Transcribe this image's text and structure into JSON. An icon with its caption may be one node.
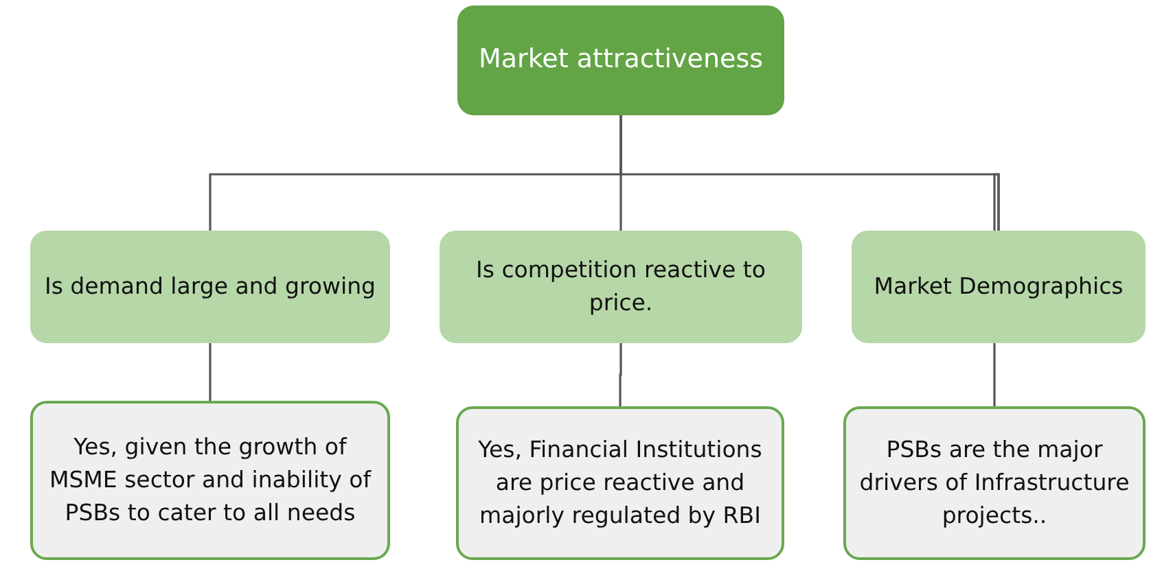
{
  "diagram": {
    "nodes": [
      {
        "text": [
          "Market attractiveness"
        ]
      },
      {
        "text": [
          "Is demand large and growing"
        ]
      },
      {
        "text": [
          "Is competition reactive to price."
        ]
      },
      {
        "text": [
          "Market Demographics"
        ]
      },
      {
        "text": [
          "Yes, given the growth of MSME sector and inability of PSBs to cater to all needs"
        ]
      },
      {
        "text": [
          "Yes, Financial Institutions are price reactive and majorly regulated by RBI"
        ]
      },
      {
        "text": [
          "PSBs are the major drivers of Infrastructure projects.."
        ]
      }
    ],
    "edges": [
      {
        "from": 0,
        "to": 1,
        "arrow": "none"
      },
      {
        "from": 0,
        "to": 2,
        "arrow": "none"
      },
      {
        "from": 0,
        "to": 3,
        "arrow": "none"
      },
      {
        "from": 1,
        "to": 4,
        "arrow": "none"
      },
      {
        "from": 2,
        "to": 5,
        "arrow": "none"
      },
      {
        "from": 3,
        "to": 6,
        "arrow": "none"
      }
    ]
  }
}
